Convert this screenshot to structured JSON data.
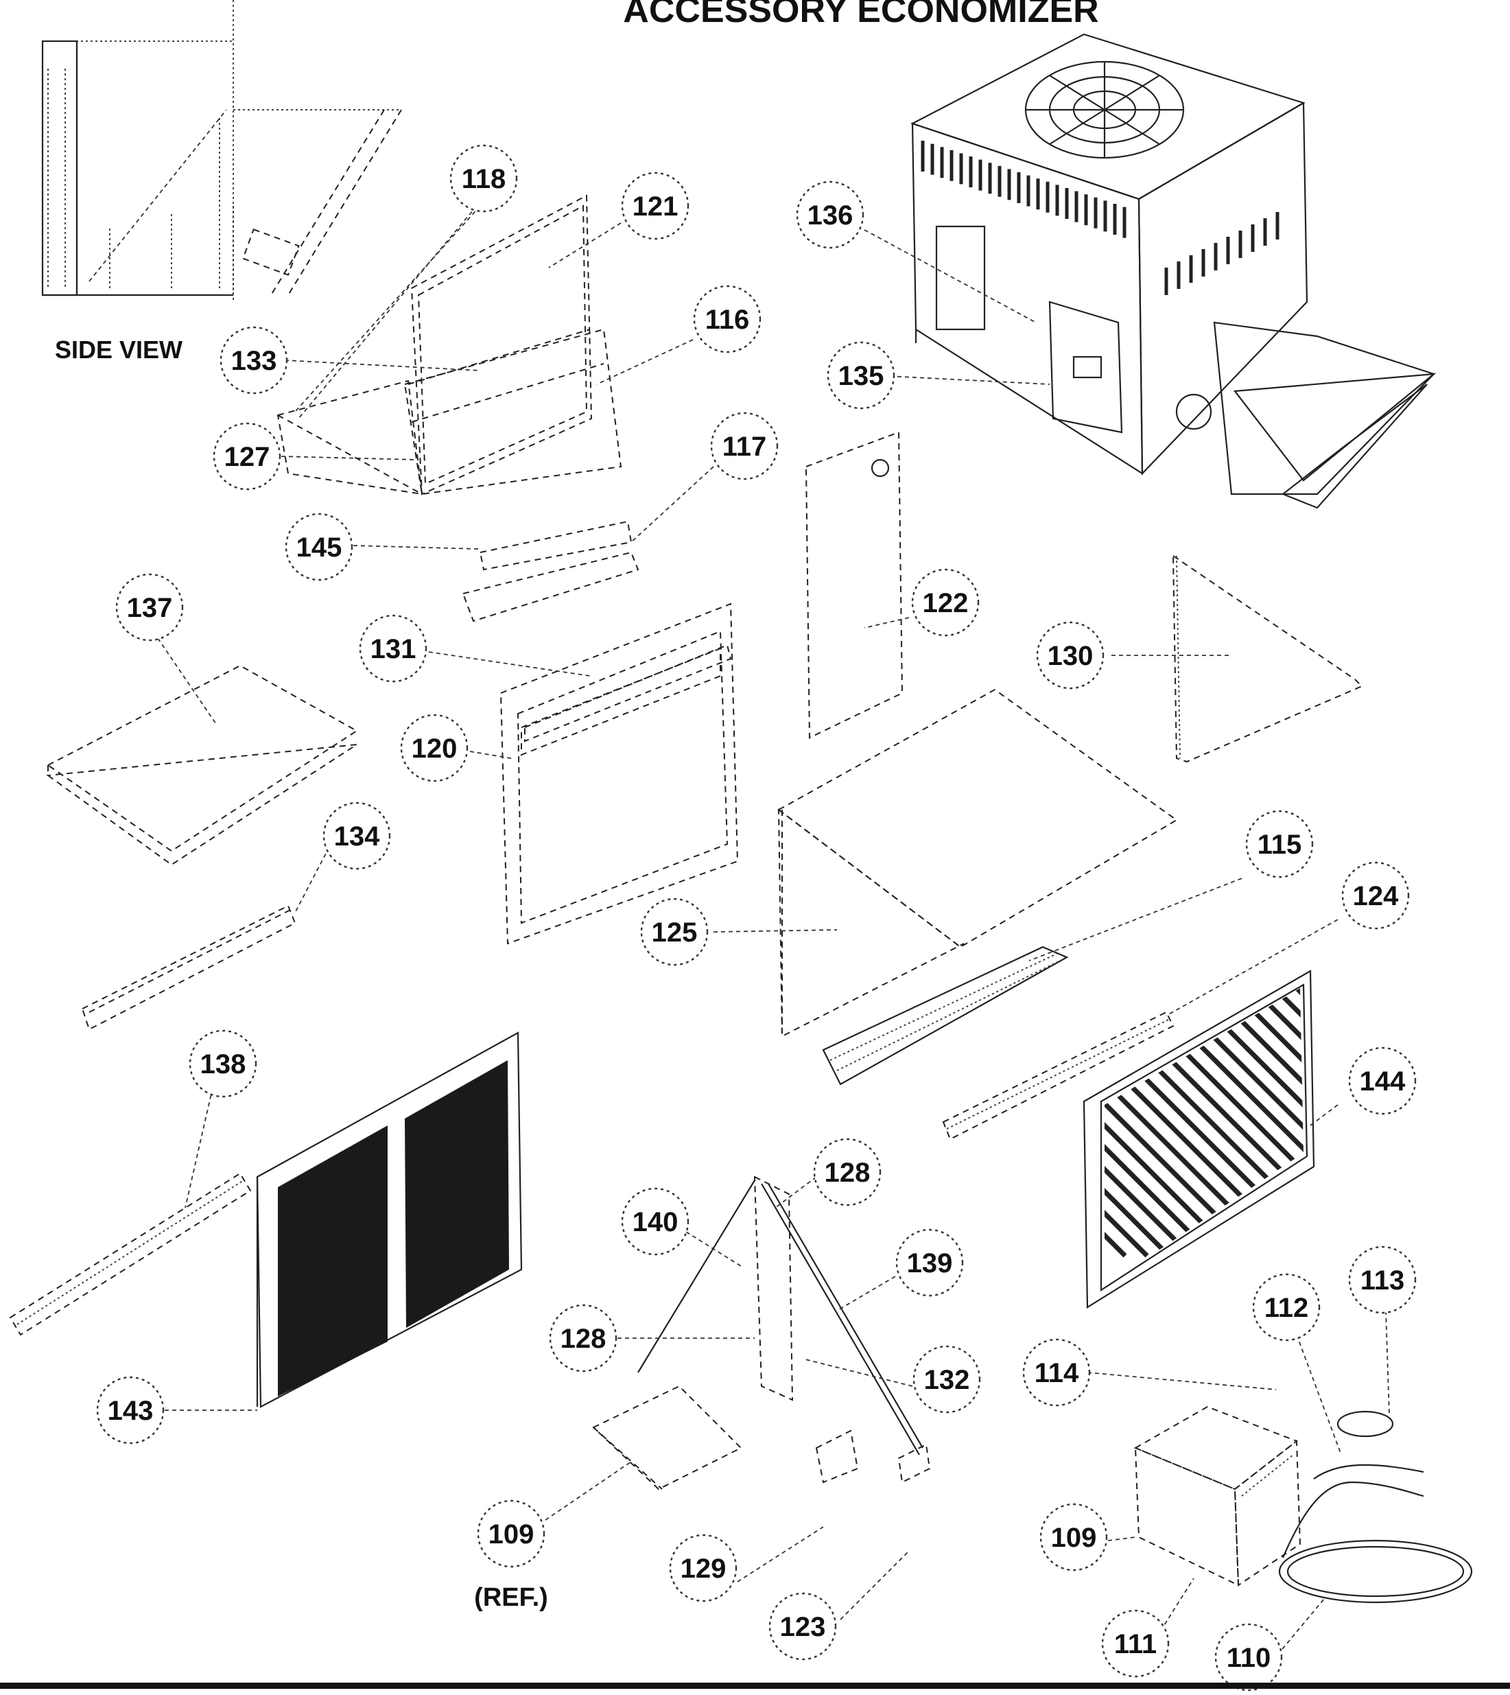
{
  "title": "ACCESSORY ECONOMIZER",
  "side_view_label": "SIDE VIEW",
  "ref_label": "(REF.)",
  "callouts": [
    {
      "id": "118",
      "label": "118"
    },
    {
      "id": "121",
      "label": "121"
    },
    {
      "id": "116",
      "label": "116"
    },
    {
      "id": "133",
      "label": "133"
    },
    {
      "id": "127",
      "label": "127"
    },
    {
      "id": "145",
      "label": "145"
    },
    {
      "id": "117",
      "label": "117"
    },
    {
      "id": "136",
      "label": "136"
    },
    {
      "id": "135",
      "label": "135"
    },
    {
      "id": "122",
      "label": "122"
    },
    {
      "id": "130",
      "label": "130"
    },
    {
      "id": "137",
      "label": "137"
    },
    {
      "id": "131",
      "label": "131"
    },
    {
      "id": "120",
      "label": "120"
    },
    {
      "id": "134",
      "label": "134"
    },
    {
      "id": "125",
      "label": "125"
    },
    {
      "id": "115",
      "label": "115"
    },
    {
      "id": "124",
      "label": "124"
    },
    {
      "id": "138",
      "label": "138"
    },
    {
      "id": "144",
      "label": "144"
    },
    {
      "id": "128a",
      "label": "128"
    },
    {
      "id": "140",
      "label": "140"
    },
    {
      "id": "139",
      "label": "139"
    },
    {
      "id": "128b",
      "label": "128"
    },
    {
      "id": "132",
      "label": "132"
    },
    {
      "id": "143",
      "label": "143"
    },
    {
      "id": "113",
      "label": "113"
    },
    {
      "id": "112",
      "label": "112"
    },
    {
      "id": "114",
      "label": "114"
    },
    {
      "id": "109a",
      "label": "109"
    },
    {
      "id": "129",
      "label": "129"
    },
    {
      "id": "109b",
      "label": "109"
    },
    {
      "id": "123",
      "label": "123"
    },
    {
      "id": "111",
      "label": "111"
    },
    {
      "id": "110",
      "label": "110"
    }
  ]
}
